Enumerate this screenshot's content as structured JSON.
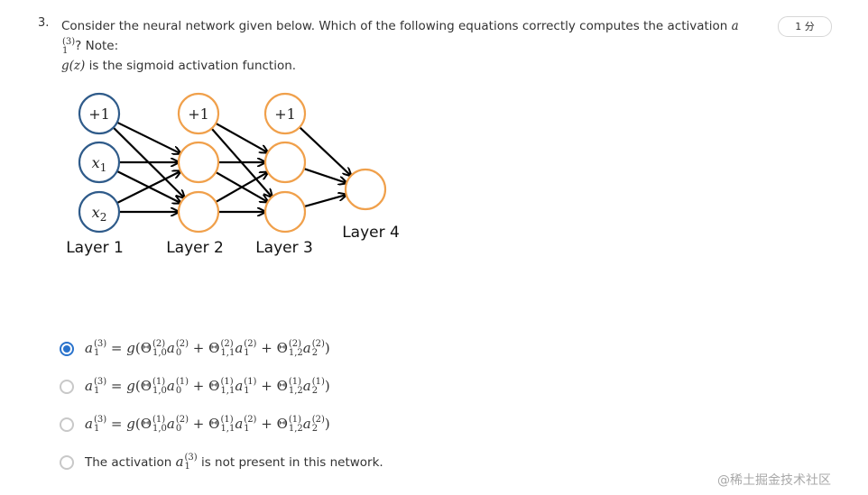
{
  "question": {
    "number": "3.",
    "text_before": "Consider the neural network given below. Which of the following equations correctly computes the activation",
    "activation_symbol": "a",
    "activation_sub": "1",
    "activation_sup": "(3)",
    "text_after": "? Note:",
    "line2_math": "g(z)",
    "line2_text": " is the sigmoid activation function.",
    "points": "1 分"
  },
  "diagram": {
    "input_color": "#2f5b8a",
    "hidden_color": "#f0a04b",
    "layer1_nodes": [
      "+1",
      "x1",
      "x2"
    ],
    "layer2_nodes": [
      "+1",
      "",
      ""
    ],
    "layer3_nodes": [
      "+1",
      "",
      ""
    ],
    "layer4_nodes": [
      ""
    ],
    "layer_labels": [
      "Layer 1",
      "Layer 2",
      "Layer 3",
      "Layer 4"
    ]
  },
  "options": [
    {
      "selected": true,
      "type": "equation",
      "theta_sup": "(2)",
      "a_sup": "(2)"
    },
    {
      "selected": false,
      "type": "equation",
      "theta_sup": "(1)",
      "a_sup": "(1)"
    },
    {
      "selected": false,
      "type": "equation",
      "theta_sup": "(1)",
      "a_sup": "(2)"
    },
    {
      "selected": false,
      "type": "text",
      "text_before": "The activation",
      "text_after": "is not present in this network."
    }
  ],
  "accent_color": "#2a73cc",
  "watermark": "@稀土掘金技术社区"
}
